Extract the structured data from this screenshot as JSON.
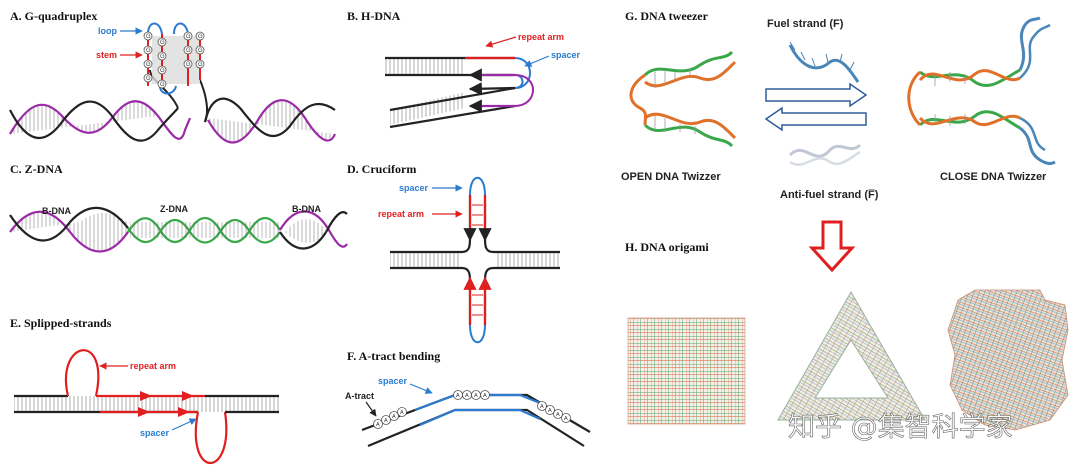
{
  "panels": {
    "a": {
      "title": "A. G-quadruplex",
      "loop": "loop",
      "stem": "stem",
      "g": "G"
    },
    "b": {
      "title": "B. H-DNA",
      "repeat_arm": "repeat arm",
      "spacer": "spacer"
    },
    "c": {
      "title": "C. Z-DNA",
      "bdna_left": "B-DNA",
      "zdna": "Z-DNA",
      "bdna_right": "B-DNA"
    },
    "d": {
      "title": "D. Cruciform",
      "spacer": "spacer",
      "repeat_arm": "repeat arm"
    },
    "e": {
      "title": "E. Splipped-strands",
      "repeat_arm": "repeat arm",
      "spacer": "spacer"
    },
    "f": {
      "title": "F. A-tract bending",
      "spacer": "spacer",
      "atract": "A-tract",
      "a": "A"
    },
    "g": {
      "title": "G. DNA tweezer",
      "fuel": "Fuel strand (F)",
      "antifuel": "Anti-fuel strand (F̅)",
      "open": "OPEN DNA Twizzer",
      "close": "CLOSE DNA Twizzer"
    },
    "h": {
      "title": "H. DNA origami"
    }
  },
  "watermark": "知乎 @集智科学家",
  "colors": {
    "purple": "#9b2aa6",
    "green": "#3aa84a",
    "red": "#e02020",
    "blue": "#2a7bd0",
    "orange": "#e0702a",
    "teal": "#4a86b8",
    "dark": "#222222"
  }
}
